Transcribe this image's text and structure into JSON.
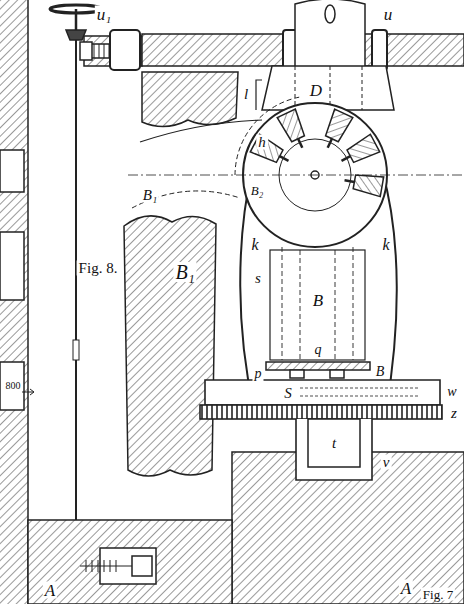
{
  "diagram": {
    "labels": [
      "u₁",
      "u",
      "l",
      "D",
      "h",
      "B₁",
      "B₂",
      "B₁",
      "Fig. 8.",
      "k",
      "B",
      "k",
      "s",
      "q",
      "p",
      "B",
      "S",
      "w",
      "z",
      "t",
      "v",
      "A",
      "A",
      "800",
      "Fig. 7"
    ]
  }
}
